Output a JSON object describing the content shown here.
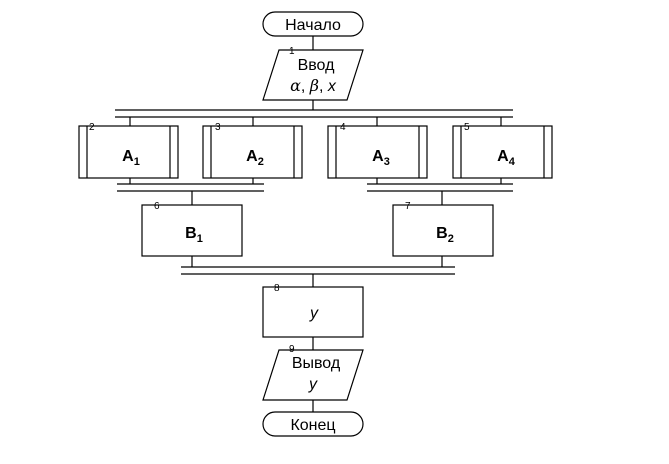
{
  "nodes": {
    "start": {
      "label": "Начало"
    },
    "input": {
      "number": "1",
      "title": "Ввод",
      "params": [
        "α",
        "β",
        "x"
      ],
      "separator": ", "
    },
    "a1": {
      "number": "2",
      "letter": "A",
      "sub": "1"
    },
    "a2": {
      "number": "3",
      "letter": "A",
      "sub": "2"
    },
    "a3": {
      "number": "4",
      "letter": "A",
      "sub": "3"
    },
    "a4": {
      "number": "5",
      "letter": "A",
      "sub": "4"
    },
    "b1": {
      "number": "6",
      "letter": "B",
      "sub": "1"
    },
    "b2": {
      "number": "7",
      "letter": "B",
      "sub": "2"
    },
    "y": {
      "number": "8",
      "label": "y"
    },
    "output": {
      "number": "9",
      "title": "Вывод",
      "value": "y"
    },
    "end": {
      "label": "Конец"
    }
  }
}
